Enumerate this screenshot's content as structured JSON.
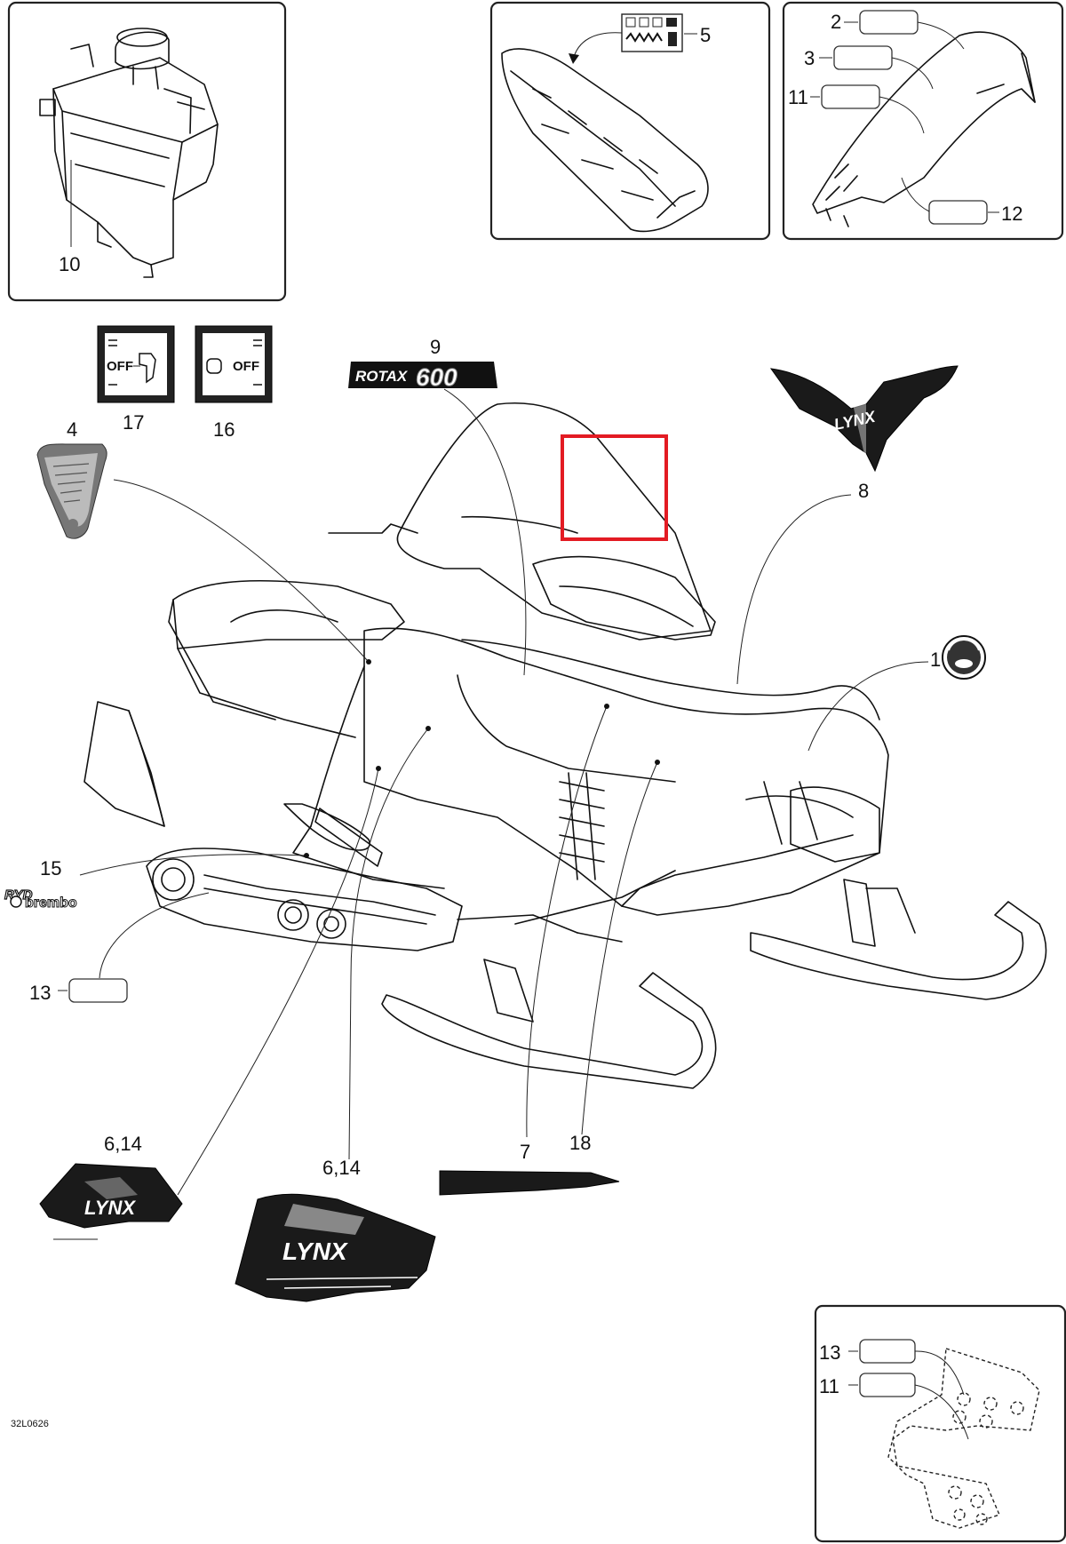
{
  "labels": {
    "l1": "1",
    "l2": "2",
    "l3": "3",
    "l4": "4",
    "l5": "5",
    "l7": "7",
    "l8": "8",
    "l9": "9",
    "l10": "10",
    "l11_top": "11",
    "l11_bottom": "11",
    "l12": "12",
    "l13_left": "13",
    "l13_bottom": "13",
    "l15": "15",
    "l16": "16",
    "l17": "17",
    "l18": "18",
    "l6_14_left": "6,14",
    "l6_14_mid": "6,14"
  },
  "decals": {
    "rotax_word": "ROTAX",
    "rotax_number": "600",
    "lynx_word": "LYNX",
    "badge_off": "OFF",
    "brand_rm": "RYD",
    "brand_brembo": "brembo"
  },
  "drawing_code": "32L0626",
  "colors": {
    "highlight": "#e31b23",
    "ink": "#111111"
  }
}
